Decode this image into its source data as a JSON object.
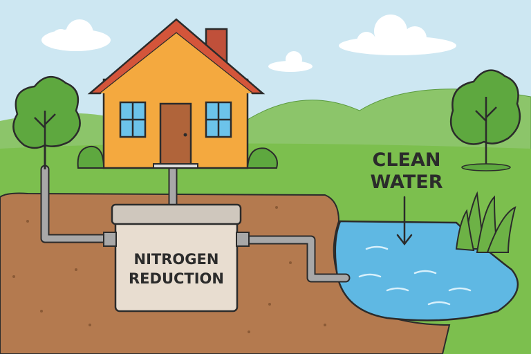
{
  "tank": {
    "line1": "NITROGEN",
    "line2": "REDUCTION"
  },
  "pond_label": {
    "line1": "CLEAN",
    "line2": "WATER"
  },
  "colors": {
    "sky": "#cde7f2",
    "hill": "#8cc56a",
    "grass": "#7cbf4e",
    "soil": "#b47a4f",
    "water": "#5fb8e3",
    "house": "#f4a93f",
    "roof": "#d4553a",
    "pipe": "#a8a8a8",
    "tank": "#e8ddd0"
  }
}
